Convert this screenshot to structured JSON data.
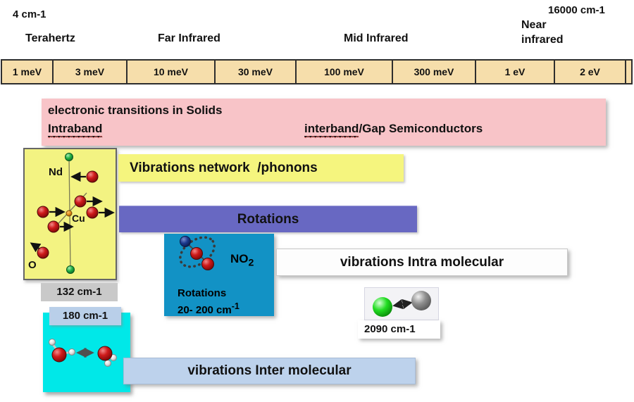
{
  "header": {
    "freq_left": "4 cm-1",
    "freq_right": "16000 cm-1",
    "band_terahertz": "Terahertz",
    "band_far_infrared": "Far Infrared",
    "band_mid_infrared": "Mid Infrared",
    "band_near_line1": "Near",
    "band_near_line2": "infrared"
  },
  "energy_scale": {
    "cells": [
      {
        "label": "1 meV"
      },
      {
        "label": "3 meV"
      },
      {
        "label": "10 meV"
      },
      {
        "label": "30 meV"
      },
      {
        "label": "100 meV"
      },
      {
        "label": "300 meV"
      },
      {
        "label": "1 eV"
      },
      {
        "label": "2 eV"
      }
    ]
  },
  "electronic_bar": {
    "line1": "electronic transitions in Solids",
    "intraband": "Intraband",
    "interband": "interband",
    "interband_rest": "/Gap Semiconductors"
  },
  "phonons_bar": {
    "label": "Vibrations network  /phonons"
  },
  "rotations_bar": {
    "label": "Rotations"
  },
  "intra_bar": {
    "label": "vibrations Intra molecular"
  },
  "inter_bar": {
    "label": "vibrations Inter molecular"
  },
  "crystal": {
    "atom_label_nd": "Nd",
    "atom_label_cu": "Cu",
    "atom_label_o": "O",
    "frequency": "132 cm-1"
  },
  "no2": {
    "formula_main": "NO",
    "formula_sub": "2",
    "caption_title": "Rotations",
    "caption_range": "20- 200 cm",
    "caption_range_sup": "-1"
  },
  "diatomic": {
    "frequency": "2090 cm-1"
  },
  "water_dimer": {
    "frequency": "180 cm-1"
  },
  "colors": {
    "scale_fill": "#f6deab",
    "electronic_pink": "#f8c4c8",
    "phonons_yellow": "#f5f57e",
    "rotations_purple": "#6868c2",
    "no2_teal": "#1292c5",
    "water_cyan": "#00e8e8",
    "inter_lightblue": "#bdd2ec",
    "crystal_yellow": "#f3f382",
    "freq_gray": "#c9c9c9",
    "label_blue": "#b9cfe9"
  }
}
